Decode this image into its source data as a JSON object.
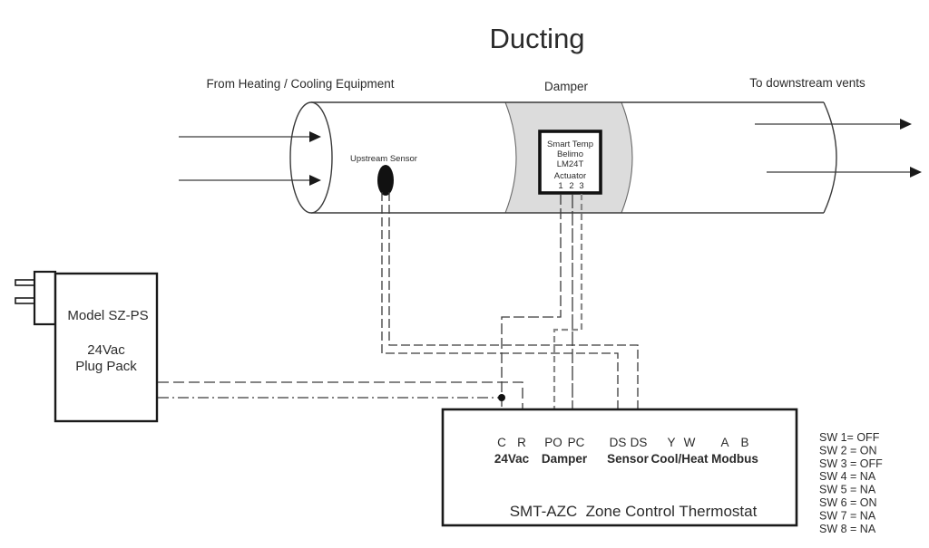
{
  "title": "Ducting",
  "colors": {
    "red": "#e8332e",
    "black": "#1a1a1a",
    "damper_fill": "#dcdcdc",
    "line": "#3a3a3a",
    "wire3_gray": "#8a8a8a"
  },
  "duct": {
    "label_from": "From Heating / Cooling Equipment",
    "label_damper": "Damper",
    "label_to": "To downstream vents",
    "upstream_sensor_label": "Upstream Sensor"
  },
  "actuator": {
    "line1": "Smart Temp",
    "line2": "Belimo",
    "line3": "LM24T",
    "line4": "Actuator",
    "terminals": [
      "1",
      "2",
      "3"
    ]
  },
  "plug_pack": {
    "line1": "Model SZ-PS",
    "line2": "24Vac",
    "line3": "Plug Pack"
  },
  "thermostat": {
    "terminals": [
      "C",
      "R",
      "PO",
      "PC",
      "DS",
      "DS",
      "Y",
      "W",
      "A",
      "B"
    ],
    "groups": [
      "24Vac",
      "Damper",
      "Sensor",
      "Cool/Heat",
      "Modbus"
    ],
    "name_model": "SMT-AZC",
    "name_label": "Zone Control Thermostat"
  },
  "dip_switches": {
    "items": [
      {
        "text": "SW 1= OFF",
        "color": "#e8332e"
      },
      {
        "text": "SW 2 = ON",
        "color": "#e8332e"
      },
      {
        "text": "SW 3 = OFF",
        "color": "#e8332e"
      },
      {
        "text": "SW 4 = NA",
        "color": "#1a1a1a"
      },
      {
        "text": "SW 5 = NA",
        "color": "#1a1a1a"
      },
      {
        "text": "SW 6 = ON",
        "color": "#e8332e"
      },
      {
        "text": "SW 7 = NA",
        "color": "#1a1a1a"
      },
      {
        "text": "SW 8 = NA",
        "color": "#1a1a1a"
      }
    ]
  }
}
